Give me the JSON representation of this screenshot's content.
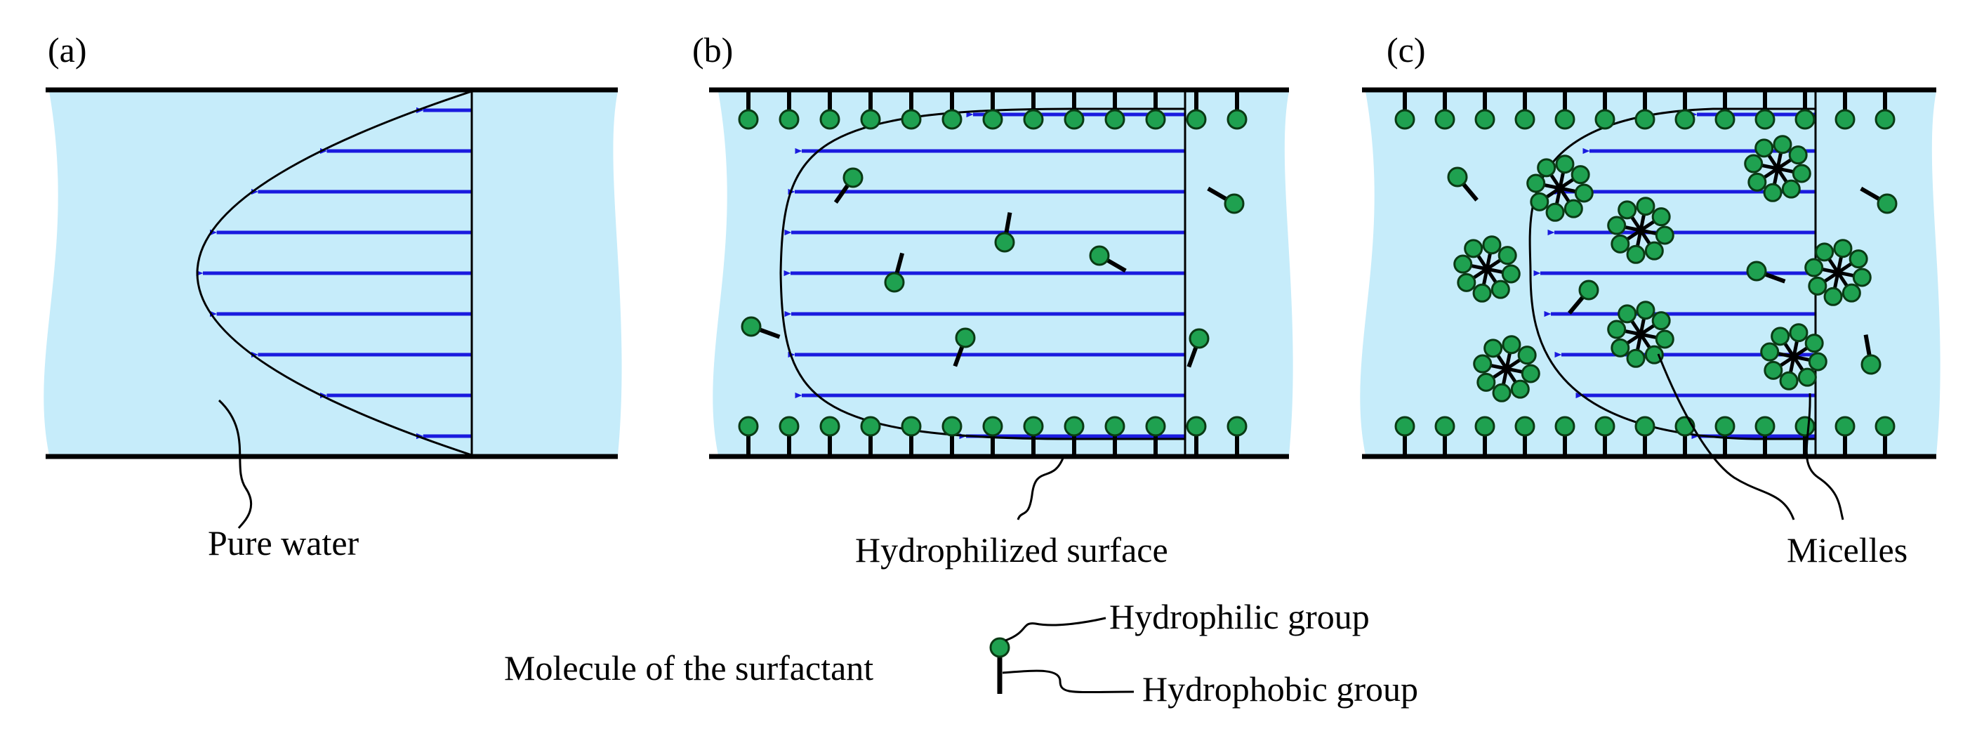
{
  "panels": {
    "a": {
      "label": "(a)",
      "annotation": "Pure water"
    },
    "b": {
      "label": "(b)",
      "annotation": "Hydrophilized surface"
    },
    "c": {
      "label": "(c)",
      "annotation": "Micelles"
    }
  },
  "legend": {
    "molecule": "Molecule of the surfactant",
    "hydrophilic": "Hydrophilic group",
    "hydrophobic": "Hydrophobic group"
  },
  "colors": {
    "water": "#c6ecfa",
    "arrow": "#1a1adf",
    "head": "#1fa150",
    "head_stroke": "#0a3a14",
    "wall": "#000000"
  }
}
